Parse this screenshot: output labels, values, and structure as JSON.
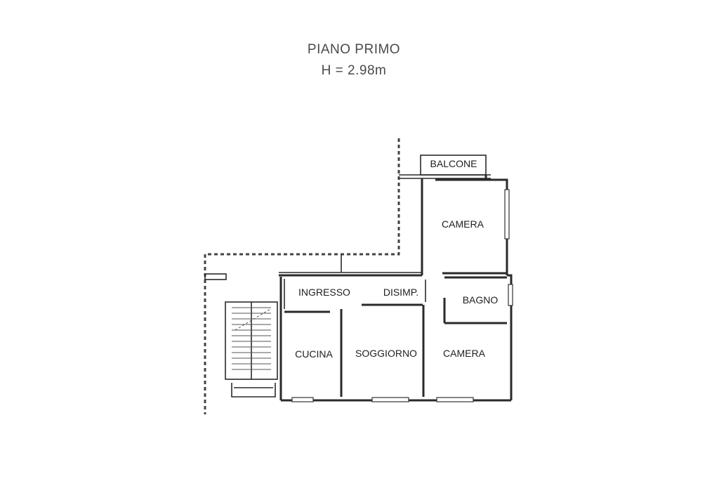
{
  "plan": {
    "title": "PIANO PRIMO",
    "height": "H = 2.98m",
    "rooms": {
      "balcone": "BALCONE",
      "camera_north": "CAMERA",
      "ingresso": "INGRESSO",
      "disimpegno": "DISIMP.",
      "bagno": "BAGNO",
      "cucina": "CUCINA",
      "soggiorno": "SOGGIORNO",
      "camera_south": "CAMERA"
    }
  }
}
